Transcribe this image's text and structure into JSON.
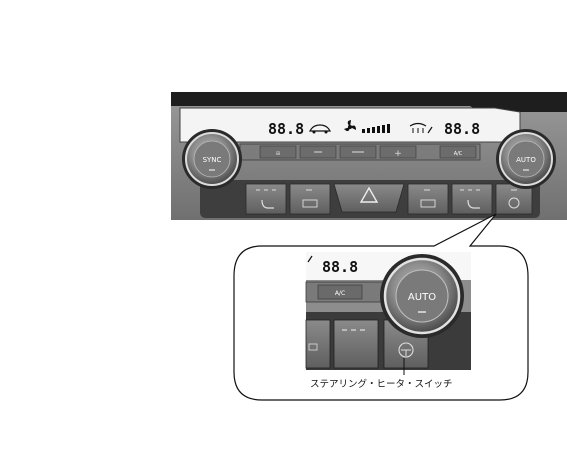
{
  "panel": {
    "left_knob_label": "SYNC",
    "right_knob_label": "AUTO",
    "left_temp_display": "88.8",
    "right_temp_display": "88.8",
    "ac_label": "A/C",
    "fan_level_bars": 6
  },
  "detail": {
    "temp_display": "88.8",
    "knob_label": "AUTO",
    "ac_label": "A/C"
  },
  "callout": {
    "label": "ステアリング・ヒータ・スイッチ"
  },
  "colors": {
    "panel_dark": "#2f2f2f",
    "panel_light": "#e8e8e8",
    "button_gray": "#9a9a9a"
  },
  "icons": [
    "car-recirculation-icon",
    "fan-icon",
    "windshield-defrost-icon",
    "rear-defrost-icon",
    "seat-heater-icon",
    "hazard-icon",
    "steering-heater-icon"
  ]
}
